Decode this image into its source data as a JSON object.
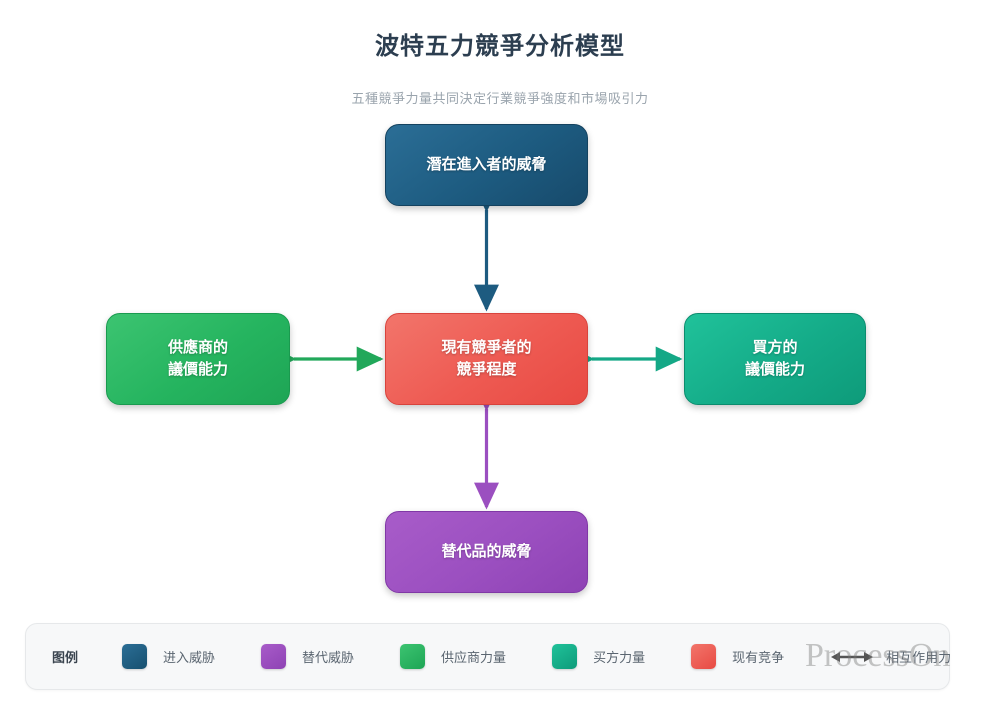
{
  "header": {
    "title": "波特五力競爭分析模型",
    "subtitle": "五種競爭力量共同決定行業競爭強度和市場吸引力"
  },
  "diagram": {
    "type": "porters-five-forces",
    "nodes": [
      {
        "id": "entrants",
        "label": "潛在進入者的威脅",
        "position": "top",
        "color": "#1d5b80"
      },
      {
        "id": "suppliers",
        "label": "供應商的\n議價能力",
        "position": "left",
        "color": "#25b45f"
      },
      {
        "id": "rivalry",
        "label": "現有競爭者的\n競爭程度",
        "position": "center",
        "color": "#ee5a52"
      },
      {
        "id": "buyers",
        "label": "買方的\n議價能力",
        "position": "right",
        "color": "#14ab88"
      },
      {
        "id": "substitutes",
        "label": "替代品的威脅",
        "position": "bottom",
        "color": "#9b4fc0"
      }
    ],
    "connectors": [
      {
        "from": "entrants",
        "to": "rivalry",
        "style": "double-arrow",
        "color": "#1d5b80"
      },
      {
        "from": "suppliers",
        "to": "rivalry",
        "style": "double-arrow",
        "color": "#22a85a"
      },
      {
        "from": "buyers",
        "to": "rivalry",
        "style": "double-arrow",
        "color": "#14a886"
      },
      {
        "from": "substitutes",
        "to": "rivalry",
        "style": "double-arrow",
        "color": "#9b4fc0"
      }
    ]
  },
  "legend": {
    "title": "图例",
    "items": [
      {
        "label": "进入威胁",
        "swatch": "sw-entrant",
        "color": "#1d5b80"
      },
      {
        "label": "替代威胁",
        "swatch": "sw-substitute",
        "color": "#9b4fc0"
      },
      {
        "label": "供应商力量",
        "swatch": "sw-supplier",
        "color": "#1ea555"
      },
      {
        "label": "买方力量",
        "swatch": "sw-buyer",
        "color": "#0e9b7a"
      },
      {
        "label": "现有竞争",
        "swatch": "sw-rivalry",
        "color": "#e84a43"
      },
      {
        "label": "相互作用力",
        "swatch": "arrow",
        "color": "#555555"
      }
    ]
  },
  "watermark": {
    "text": "ProcessOn"
  }
}
